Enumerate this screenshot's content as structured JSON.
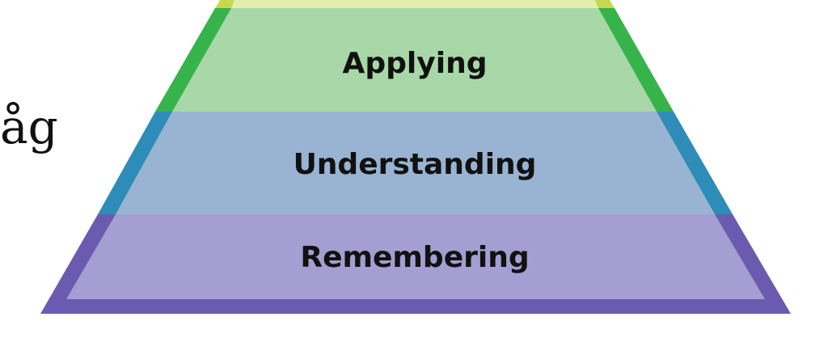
{
  "side_text": "åg",
  "levels": [
    {
      "label": "Applying",
      "fill": "#a8d8a8",
      "border": "#36b34a"
    },
    {
      "label": "Understanding",
      "fill": "#99b4d2",
      "border": "#2e8cb8"
    },
    {
      "label": "Remembering",
      "fill": "#a59ed2",
      "border": "#6a5bb0"
    }
  ],
  "top_partial_level": {
    "fill": "#e4edaa",
    "border": "#c8d84e"
  }
}
